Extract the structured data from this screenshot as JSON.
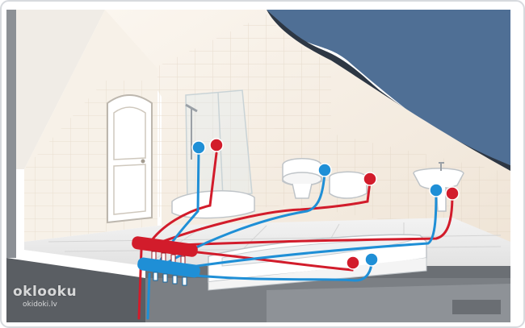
{
  "watermark": {
    "logo_text": "oklooku",
    "url_text": "okidoki.lv"
  },
  "colors": {
    "hot_pipe": "#d21c2b",
    "cold_pipe": "#1f8fd6",
    "roof": "#4d6f96",
    "wall": "#f5ece1",
    "frame_border": "#cfd3d8"
  },
  "fixtures": [
    "door",
    "shower-cabin",
    "toilet",
    "bidet",
    "washbasin",
    "bathtub",
    "manifold-hot",
    "manifold-cold"
  ]
}
